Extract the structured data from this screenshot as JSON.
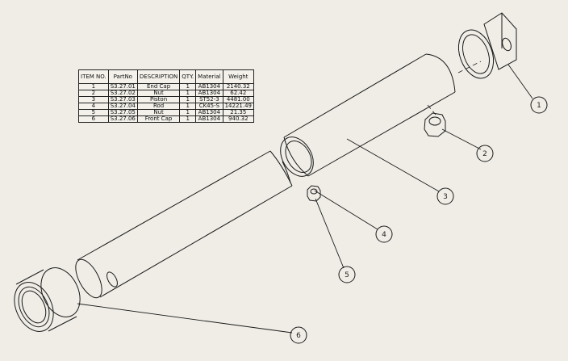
{
  "bom": {
    "headers": [
      "ITEM NO.",
      "PartNo",
      "DESCRIPTION",
      "QTY.",
      "Material",
      "Weight"
    ],
    "rows": [
      [
        "1",
        "S3.27.01",
        "End Cap",
        "1",
        "AB1304",
        "2140.32"
      ],
      [
        "2",
        "S3.27.02",
        "Nut",
        "1",
        "AB1304",
        "62.42"
      ],
      [
        "3",
        "S3.27.03",
        "Piston",
        "1",
        "ST52-3",
        "4481.00"
      ],
      [
        "4",
        "S3.27.04",
        "Rod",
        "1",
        "CK45-S",
        "14221.49"
      ],
      [
        "5",
        "S3.27.05",
        "Nut",
        "1",
        "AB1304",
        "21.35"
      ],
      [
        "6",
        "S3.27.06",
        "Front Cap",
        "1",
        "AB1304",
        "940.32"
      ]
    ]
  },
  "callouts": [
    "1",
    "2",
    "3",
    "4",
    "5",
    "6"
  ]
}
